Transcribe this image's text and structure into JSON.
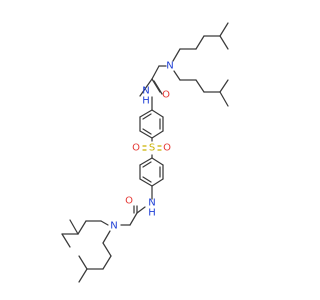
{
  "molecule": {
    "atoms": {
      "n_amine_top": "N",
      "o_amide_top": "O",
      "nh_amide_top": "N\nH",
      "sulfur": "S",
      "o_sulfonyl_left": "O",
      "o_sulfonyl_right": "O",
      "nh_amide_bottom": "N\nH",
      "o_amide_bottom": "O",
      "n_amine_bottom": "N"
    },
    "colors": {
      "carbon_bond": "#3a3a3a",
      "nitrogen": "#1e3fd6",
      "oxygen": "#e53935",
      "sulfur": "#c9b200",
      "background": "#ffffff"
    }
  }
}
